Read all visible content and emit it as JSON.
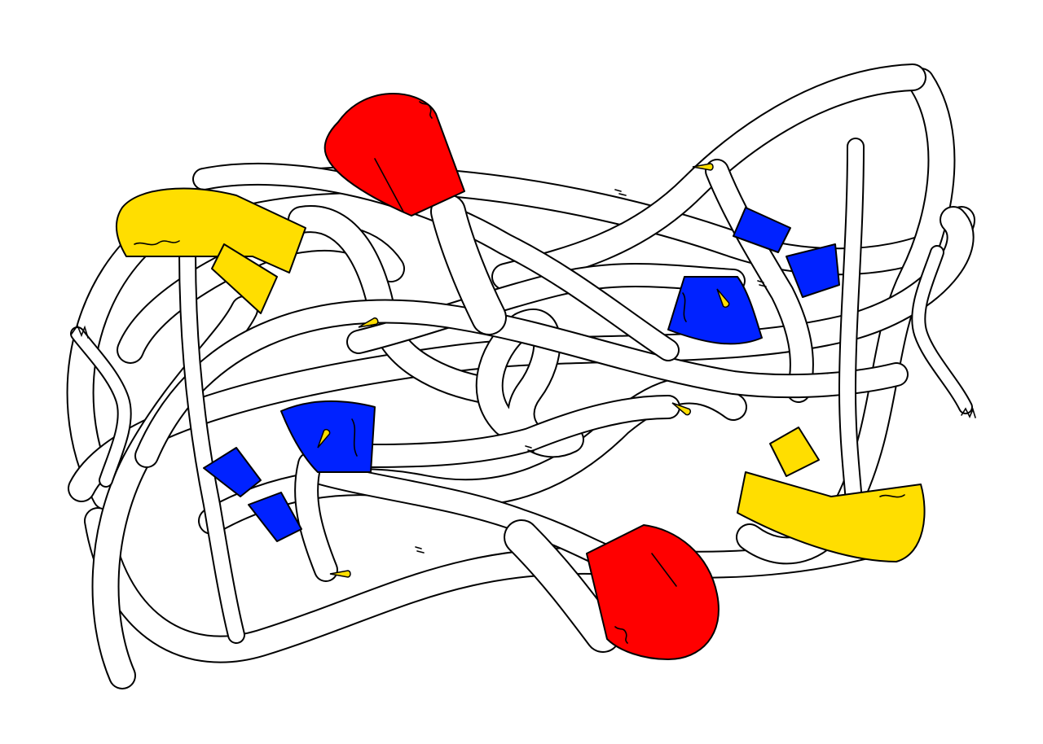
{
  "artwork": {
    "palette": {
      "background": "#ffffff",
      "outline": "#000000",
      "body": "#ffffff",
      "red": "#ff0000",
      "blue": "#0022ff",
      "yellow": "#ffde00"
    },
    "figures": [
      {
        "kind": "boxing-glove",
        "color": "red",
        "count": 2
      },
      {
        "kind": "blue-sleeve",
        "color": "blue",
        "count": 4
      },
      {
        "kind": "yellow-sleeve",
        "color": "yellow",
        "count": 2
      },
      {
        "kind": "bird-head-with-beak",
        "color": "yellow",
        "count": 6
      },
      {
        "kind": "hand",
        "count": 2
      }
    ]
  }
}
